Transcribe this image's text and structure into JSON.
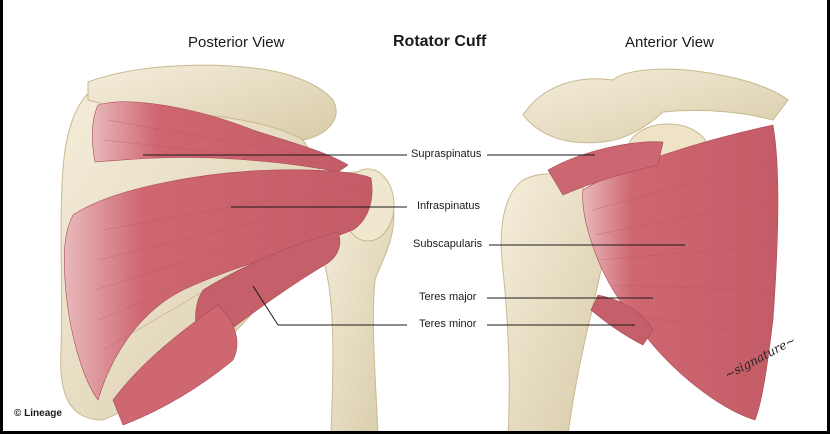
{
  "title": "Rotator Cuff",
  "views": {
    "posterior": "Posterior View",
    "anterior": "Anterior View"
  },
  "labels": {
    "supraspinatus": "Supraspinatus",
    "infraspinatus": "Infraspinatus",
    "subscapularis": "Subscapularis",
    "teres_major": "Teres major",
    "teres_minor": "Teres minor"
  },
  "credit": "© Lineage",
  "colors": {
    "muscle": "#d26b74",
    "muscle_dark": "#b9545e",
    "bone": "#efe6cf",
    "bone_shade": "#d9cdaf",
    "line": "#1a1a1a"
  }
}
